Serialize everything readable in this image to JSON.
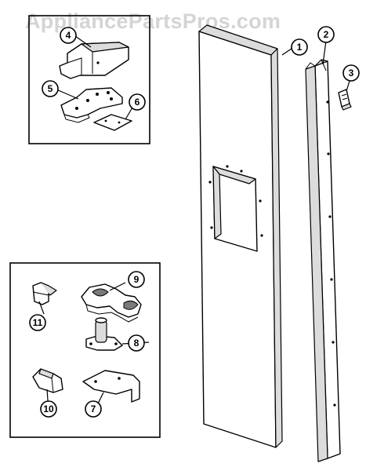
{
  "watermark": "AppliancePartsPros.com",
  "callouts": [
    {
      "id": "1",
      "label": "1"
    },
    {
      "id": "2",
      "label": "2"
    },
    {
      "id": "3",
      "label": "3"
    },
    {
      "id": "4",
      "label": "4"
    },
    {
      "id": "5",
      "label": "5"
    },
    {
      "id": "6",
      "label": "6"
    },
    {
      "id": "7",
      "label": "7"
    },
    {
      "id": "8",
      "label": "8"
    },
    {
      "id": "9",
      "label": "9"
    },
    {
      "id": "10",
      "label": "10"
    },
    {
      "id": "11",
      "label": "11"
    }
  ]
}
